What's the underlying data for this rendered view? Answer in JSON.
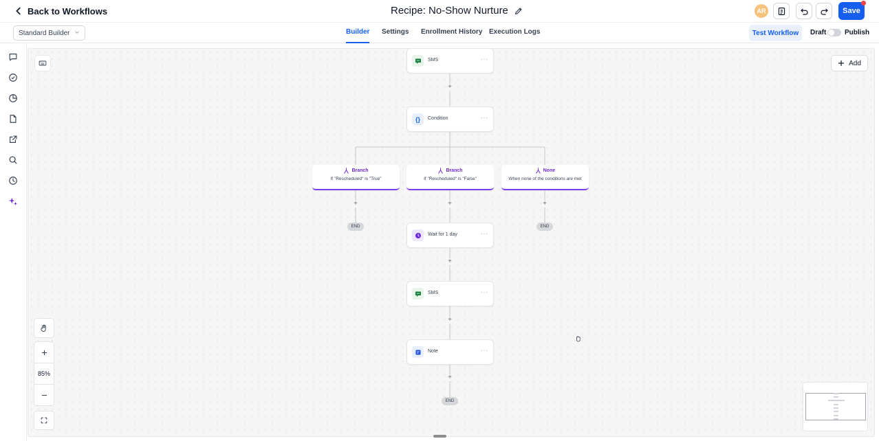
{
  "header": {
    "back_label": "Back to Workflows",
    "title": "Recipe: No-Show Nurture",
    "avatar_initials": "AR",
    "save_label": "Save"
  },
  "subbar": {
    "builder_select": "Standard Builder",
    "tabs": [
      {
        "label": "Builder",
        "active": true
      },
      {
        "label": "Settings",
        "active": false
      },
      {
        "label": "Enrollment History",
        "active": false
      },
      {
        "label": "Execution Logs",
        "active": false
      }
    ],
    "test_label": "Test Workflow",
    "draft_label": "Draft",
    "publish_label": "Publish",
    "publish_toggle_on": false
  },
  "sidebar": {
    "icons": [
      "chat-icon",
      "check-circle-icon",
      "pie-chart-icon",
      "document-icon",
      "external-link-icon",
      "search-icon",
      "history-icon",
      "sparkle-icon"
    ]
  },
  "canvas": {
    "add_label": "Add",
    "nodes": [
      {
        "label": "SMS",
        "type": "sms",
        "icon": "sms-icon"
      },
      {
        "label": "Condition",
        "type": "condition",
        "icon": "braces-icon"
      },
      {
        "label": "Wait for 1 day",
        "type": "wait",
        "icon": "clock-icon"
      },
      {
        "label": "SMS",
        "type": "sms",
        "icon": "sms-icon"
      },
      {
        "label": "Note",
        "type": "note",
        "icon": "note-icon"
      }
    ],
    "branches": [
      {
        "title": "Branch",
        "desc": "If \"Rescheduled\" is \"True\""
      },
      {
        "title": "Branch",
        "desc": "If \"Rescheduled\" is \"False\""
      },
      {
        "title": "None",
        "desc": "When none of the conditions are met"
      }
    ],
    "more_glyph": "···",
    "plus_glyph": "+",
    "end_label": "END",
    "zoom": "85%"
  },
  "colors": {
    "primary": "#155eef",
    "branch_accent": "#7c3aed",
    "sms_icon_bg": "#e6f4ea",
    "condition_icon_bg": "#e8effc",
    "wait_icon_bg": "#ede5fb",
    "note_icon_bg": "#e8effc"
  }
}
